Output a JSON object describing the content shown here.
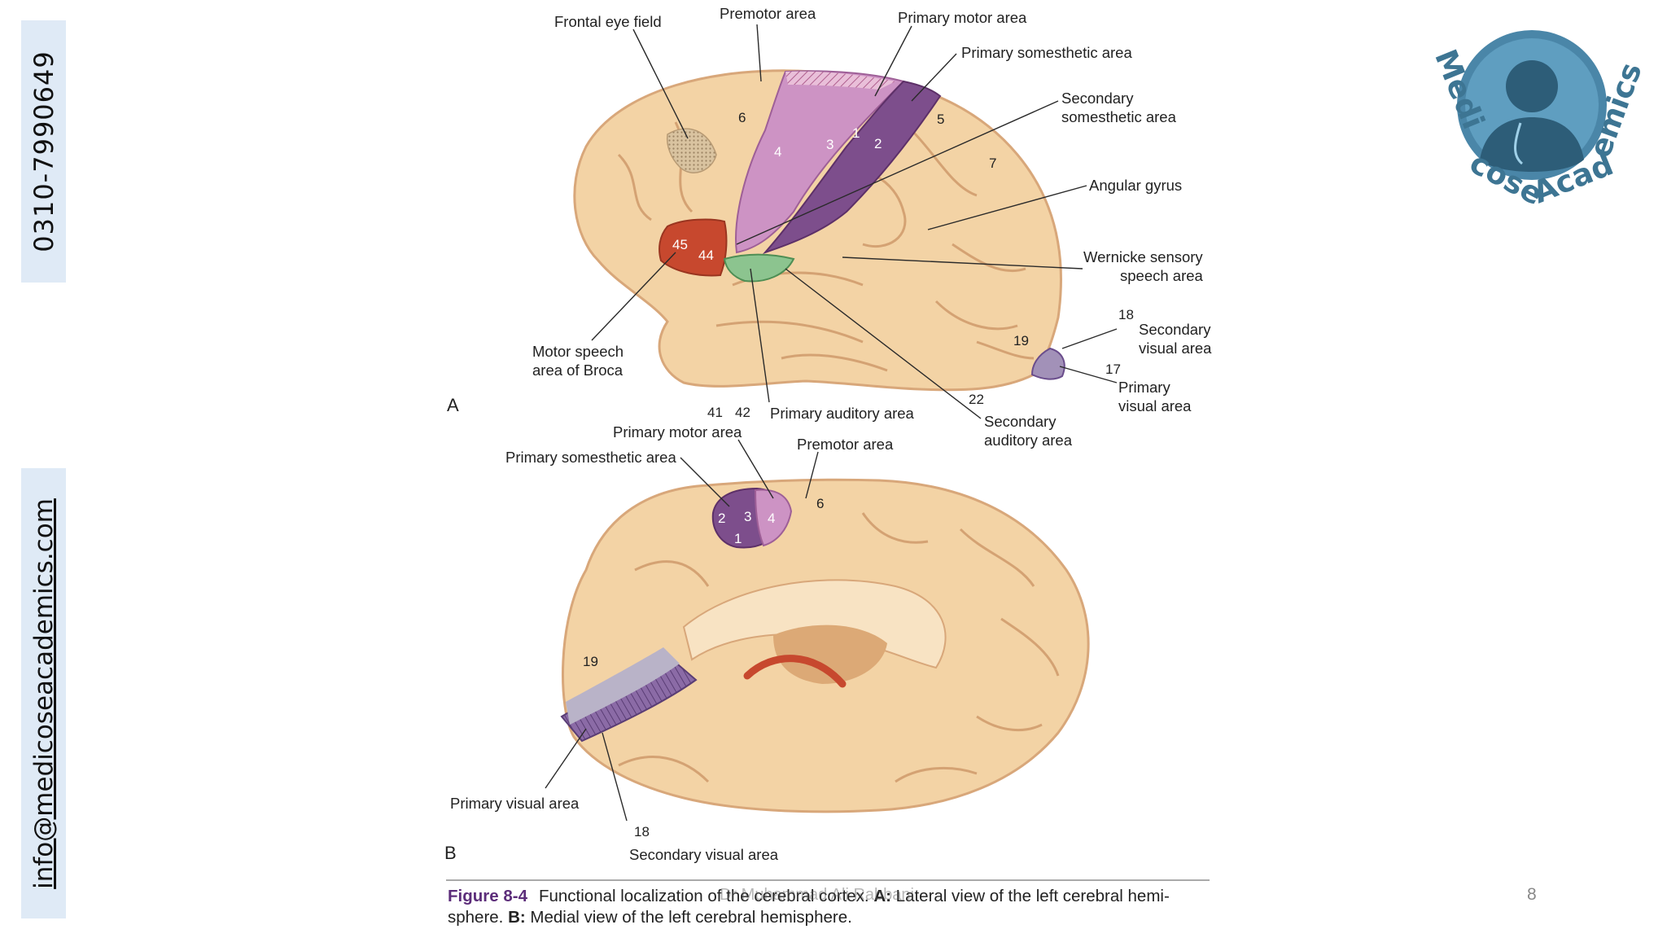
{
  "sidebar": {
    "phone": "0310-7990649",
    "email": "info@medicoseacademics.com"
  },
  "logo": {
    "text": "Medicose Academics",
    "color": "#4a86a8"
  },
  "figure": {
    "panel_a": {
      "letter": "A",
      "labels": {
        "frontal_eye_field": "Frontal eye field",
        "premotor_area": "Premotor area",
        "primary_motor_area": "Primary motor area",
        "primary_somesthetic_area": "Primary somesthetic area",
        "secondary_somesthetic_1": "Secondary",
        "secondary_somesthetic_2": "somesthetic area",
        "angular_gyrus": "Angular gyrus",
        "wernicke_1": "Wernicke sensory",
        "wernicke_2": "speech area",
        "secondary_visual_1": "Secondary",
        "secondary_visual_2": "visual area",
        "primary_visual_1": "Primary",
        "primary_visual_2": "visual area",
        "broca_1": "Motor speech",
        "broca_2": "area of Broca",
        "primary_auditory": "Primary auditory area",
        "secondary_auditory_1": "Secondary",
        "secondary_auditory_2": "auditory area"
      },
      "numbers": {
        "n6": "6",
        "n4": "4",
        "n3": "3",
        "n1": "1",
        "n2": "2",
        "n5": "5",
        "n7": "7",
        "n45": "45",
        "n44": "44",
        "n41": "41",
        "n42": "42",
        "n22": "22",
        "n19": "19",
        "n18": "18",
        "n17": "17"
      }
    },
    "panel_b": {
      "letter": "B",
      "labels": {
        "primary_motor_area": "Primary motor area",
        "primary_somesthetic_area": "Primary somesthetic area",
        "premotor_area": "Premotor area",
        "primary_visual_area": "Primary visual area",
        "secondary_visual_area": "Secondary visual area"
      },
      "numbers": {
        "n2": "2",
        "n3": "3",
        "n4": "4",
        "n1": "1",
        "n6": "6",
        "n19": "19",
        "n18": "18"
      }
    }
  },
  "caption": {
    "figure_number": "Figure 8-4",
    "text_1": "Functional localization of the cerebral cortex. ",
    "a_label": "A:",
    "text_2": " Lateral view of the left cerebral hemi-sphere. ",
    "b_label": "B:",
    "text_3": " Medial view of the left cerebral hemisphere."
  },
  "footer": {
    "author": "Dr Muhammad Ali Rabbani",
    "page_number": "8"
  },
  "colors": {
    "brain": "#f3d3a5",
    "motor": "#cd93c4",
    "somesthetic": "#7d4e8c",
    "broca": "#c7482e",
    "auditory": "#8cc48f",
    "visual": "#a291b8"
  }
}
